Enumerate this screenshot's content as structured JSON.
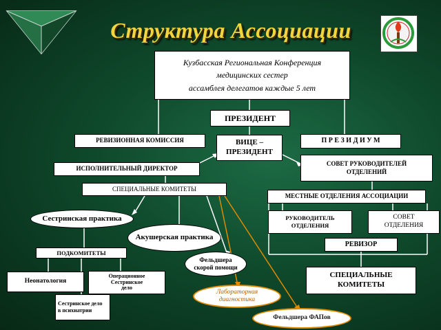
{
  "title": "Структура Ассоциации",
  "conference": {
    "line1": "Кузбасская Региональная Конференция",
    "line2": "медицинских сестер",
    "line3": "ассамблея делегатов каждые 5 лет"
  },
  "president": "ПРЕЗИДЕНТ",
  "revision_commission": "РЕВИЗИОННАЯ КОМИССИЯ",
  "vice_president": {
    "line1": "ВИЦЕ –",
    "line2": "ПРЕЗИДЕНТ"
  },
  "presidium": "П Р Е З И Д И У М",
  "executive_director": "ИСПОЛНИТЕЛЬНЫЙ ДИРЕКТОР",
  "council_heads": {
    "line1": "СОВЕТ РУКОВОДИТЕЛЕЙ",
    "line2": "ОТДЕЛЕНИЙ"
  },
  "special_committees": "СПЕЦИАЛЬНЫЕ КОМИТЕТЫ",
  "local_branches": "МЕСТНЫЕ ОТДЕЛЕНИЯ АССОЦИАЦИИ",
  "branch_head": {
    "line1": "РУКОВОДИТЕЛЬ",
    "line2": "ОТДЕЛЕНИЯ"
  },
  "branch_council": {
    "line1": "СОВЕТ",
    "line2": "ОТДЕЛЕНИЯ"
  },
  "auditor": "РЕВИЗОР",
  "special_committees_bottom": {
    "line1": "СПЕЦИАЛЬНЫЕ",
    "line2": "КОМИТЕТЫ"
  },
  "nursing_practice": "Сестринская практика",
  "obstetric_practice": "Акушерская практика",
  "emergency_paramedics": {
    "line1": "Фельдшера",
    "line2": "скорой помощи"
  },
  "lab_diagnostics": {
    "line1": "Лабораторная",
    "line2": "диагностика"
  },
  "fap_paramedics": "Фельдшера ФАПов",
  "subcommittees": "ПОДКОМИТЕТЫ",
  "neonatology": "Неонатология",
  "operating_nursing": {
    "line1": "Операционное",
    "line2": "Сестринское",
    "line3": "дело"
  },
  "psychiatry_nursing": {
    "line1": "Сестринское дело",
    "line2": "в психиатрии"
  },
  "colors": {
    "title": "#f2d43c",
    "background": "#0f4a2c",
    "connector": "#ffffff",
    "accent_connector": "#e08a00",
    "box": "#ffffff"
  }
}
